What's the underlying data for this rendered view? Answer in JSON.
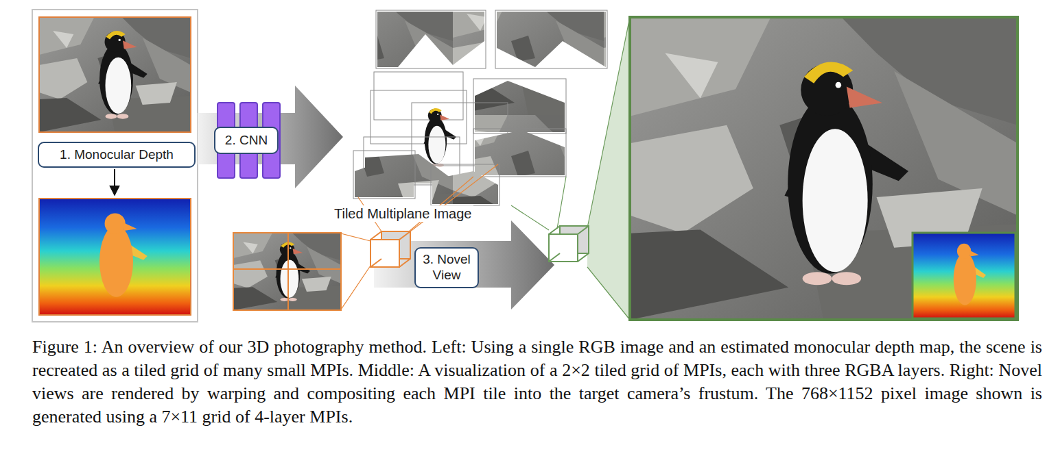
{
  "diagram": {
    "caption": "Figure 1: An overview of our 3D photography method. Left: Using a single RGB image and an estimated monocular depth map, the scene is recreated as a tiled grid of many small MPIs. Middle: A visualization of a 2×2 tiled grid of MPIs, each with three RGBA layers. Right: Novel views are rendered by warping and compositing each MPI tile into the target camera’s frustum. The 768×1152 pixel image shown is generated using a 7×11 grid of 4-layer MPIs.",
    "nodes": [
      {
        "text": [
          "1. Monocular Depth"
        ]
      },
      {
        "text": [
          "2. CNN"
        ]
      },
      {
        "text": [
          "3. Novel View"
        ]
      }
    ],
    "labels": [
      "Tiled Multiplane Image"
    ]
  }
}
